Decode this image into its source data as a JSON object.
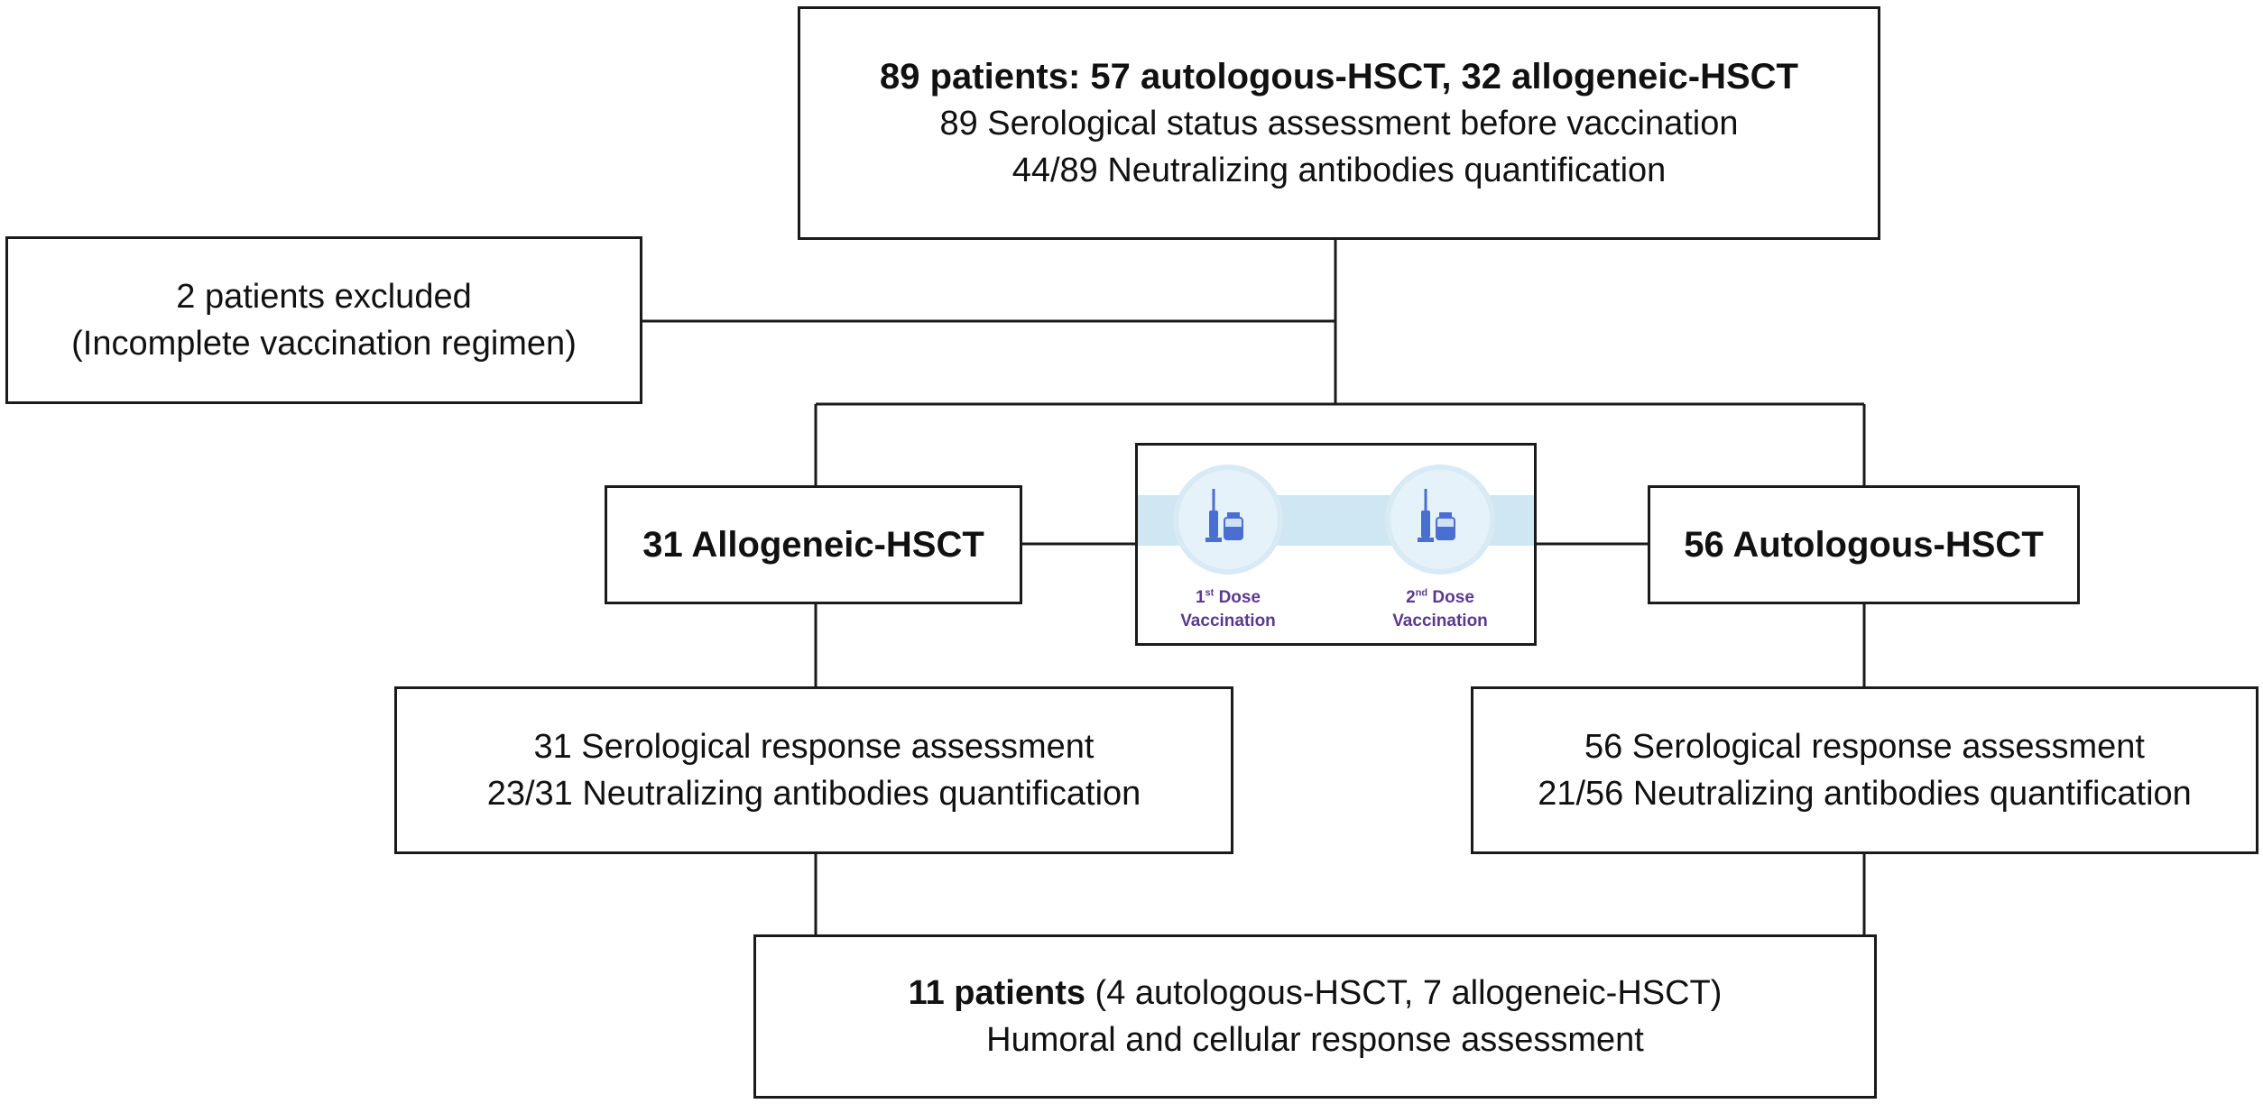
{
  "top_box": {
    "line1": "89 patients: 57 autologous-HSCT, 32 allogeneic-HSCT",
    "line2": "89 Serological status assessment before vaccination",
    "line3": "44/89 Neutralizing antibodies quantification"
  },
  "excluded_box": {
    "line1": "2 patients excluded",
    "line2": "(Incomplete vaccination regimen)"
  },
  "allo_box": {
    "label": "31 Allogeneic-HSCT"
  },
  "auto_box": {
    "label": "56 Autologous-HSCT"
  },
  "vaccination_panel": {
    "dose1": {
      "number": "1",
      "suffix": "st",
      "word": "Dose",
      "caption": "Vaccination"
    },
    "dose2": {
      "number": "2",
      "suffix": "nd",
      "word": "Dose",
      "caption": "Vaccination"
    },
    "icon_color": "#4a6fd0",
    "band_color": "#cfe6f3",
    "label_color": "#5b3a8e"
  },
  "allo_response_box": {
    "line1": "31 Serological response assessment",
    "line2": "23/31 Neutralizing antibodies quantification"
  },
  "auto_response_box": {
    "line1": "56 Serological response assessment",
    "line2": "21/56 Neutralizing antibodies quantification"
  },
  "bottom_box": {
    "line1_bold": "11 patients",
    "line1_rest": " (4 autologous-HSCT, 7 allogeneic-HSCT)",
    "line2": "Humoral and cellular response assessment"
  }
}
